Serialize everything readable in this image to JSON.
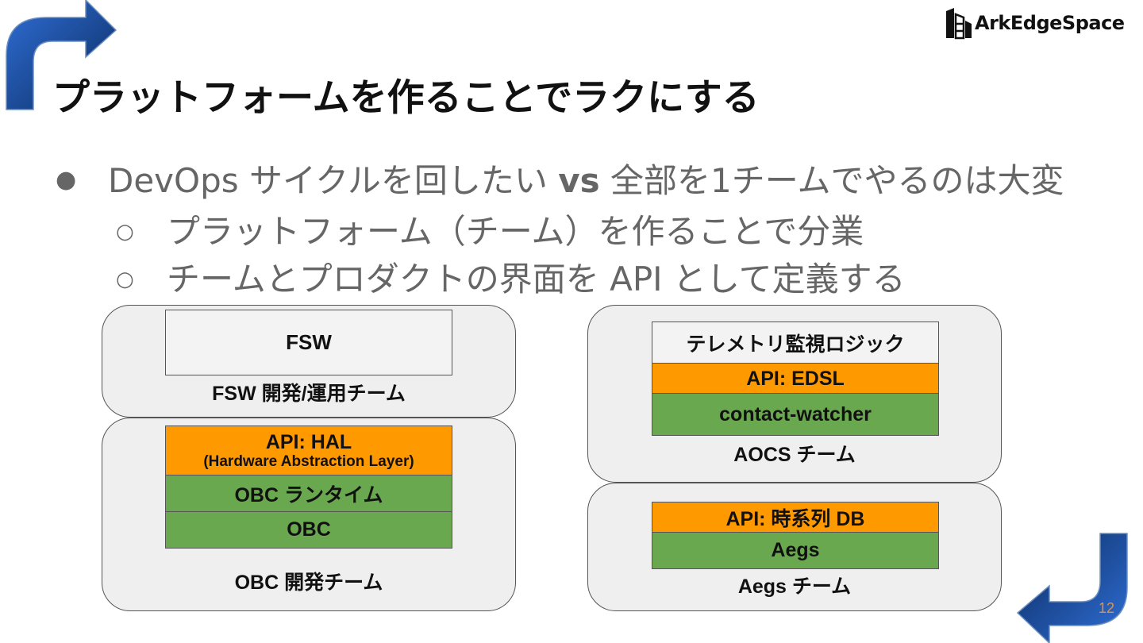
{
  "logo": {
    "text": "ArkEdgeSpace"
  },
  "title": "プラットフォームを作ることでラクにする",
  "bullets": {
    "main_pre": "DevOps サイクルを回したい ",
    "main_vs": "vs",
    "main_post": " 全部を1チームでやるのは大変",
    "sub1": "プラットフォーム（チーム）を作ることで分業",
    "sub2": "チームとプロダクトの界面を API として定義する"
  },
  "diagram": {
    "fsw": {
      "layer": "FSW",
      "team": "FSW 開発/運用チーム"
    },
    "obc": {
      "api": "API: HAL",
      "api_sub": "(Hardware Abstraction Layer)",
      "runtime": "OBC ランタイム",
      "hw": "OBC",
      "team": "OBC 開発チーム"
    },
    "aocs": {
      "logic": "テレメトリ監視ロジック",
      "api": "API: EDSL",
      "impl": "contact-watcher",
      "team": "AOCS チーム"
    },
    "aegs": {
      "api": "API: 時系列 DB",
      "impl": "Aegs",
      "team": "Aegs チーム"
    }
  },
  "page_number": "12",
  "colors": {
    "orange": "#ff9900",
    "green": "#6aa84f",
    "panel": "#efefef",
    "arrow_blue": "#1f5fbf",
    "arrow_dark": "#0b2a5e",
    "page_number": "#e69138"
  },
  "icons": [
    "curved-arrow-top-left-icon",
    "curved-arrow-bottom-right-icon",
    "arkedge-logo-icon"
  ]
}
